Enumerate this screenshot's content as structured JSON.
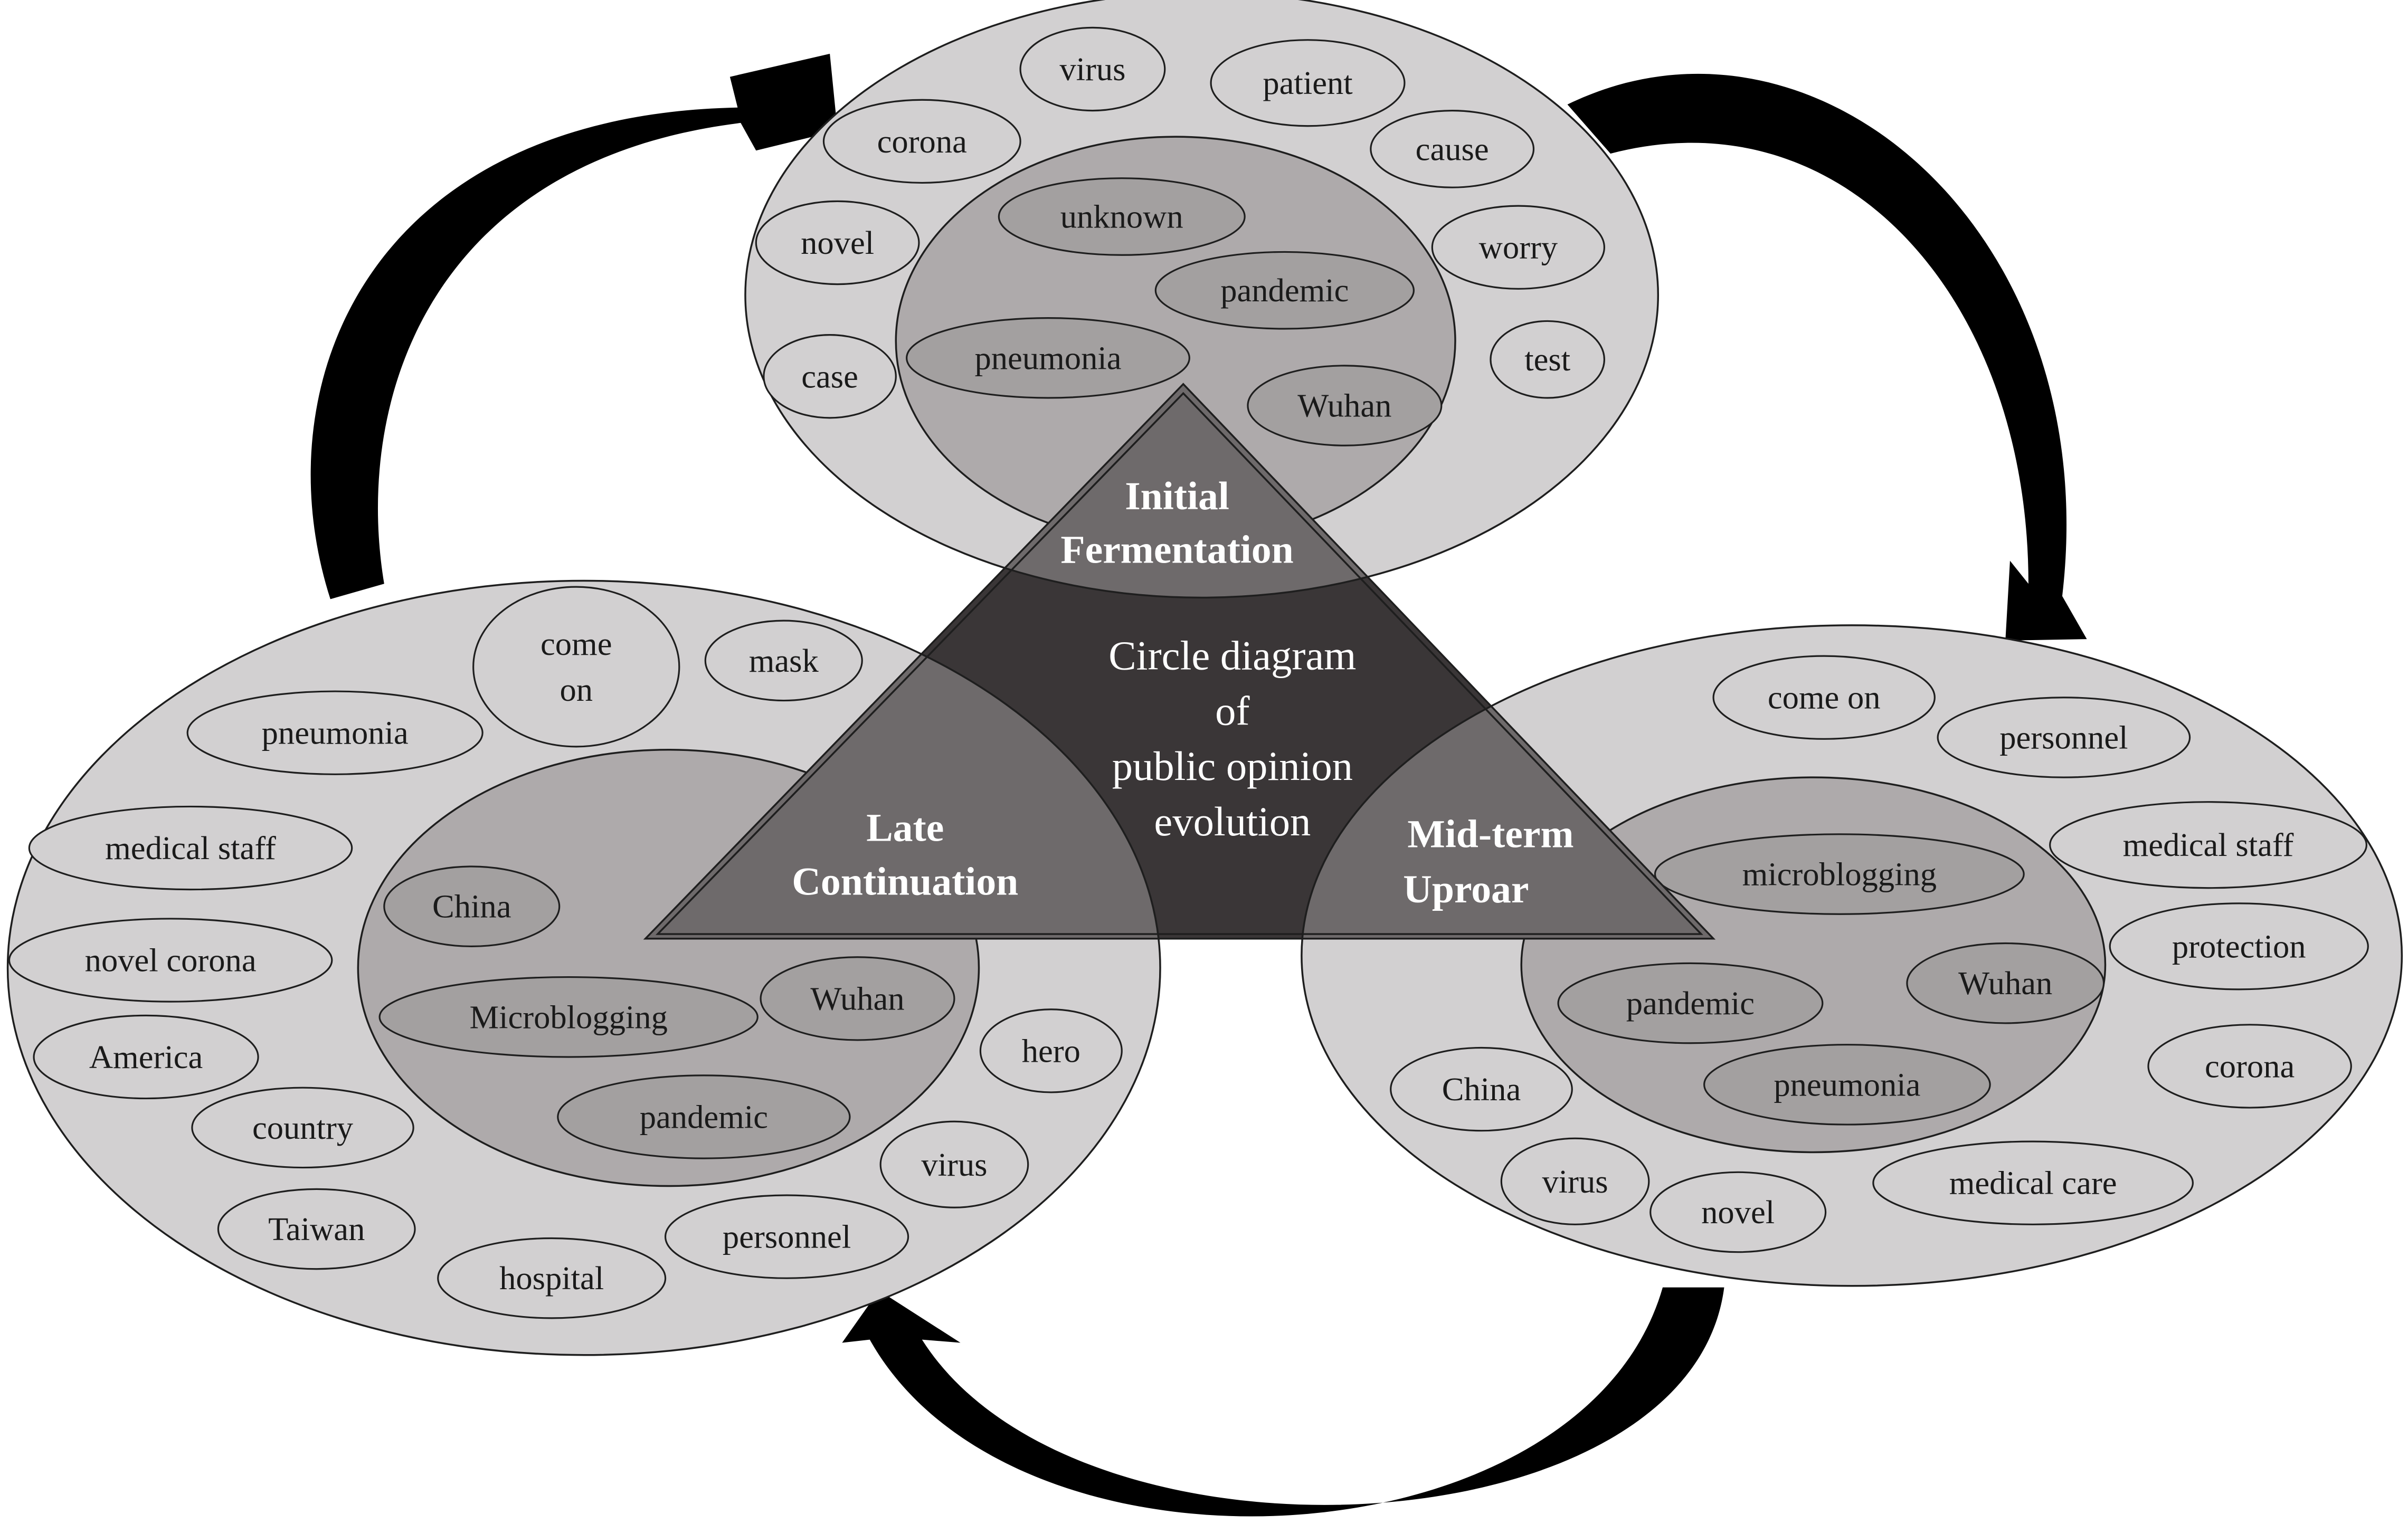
{
  "colors": {
    "outer_ellipse": "#d2d0d1",
    "inner_ellipse": "#aeaaab",
    "keyword_inner": "#a3a0a0",
    "triangle_dark": "#3a3637",
    "triangle_mid": "#6e6a6b",
    "stroke": "#1e1e1e",
    "arrow": "#000000"
  },
  "center": {
    "lines": [
      "Circle diagram",
      "of",
      "public opinion",
      "evolution"
    ]
  },
  "phases": {
    "initial": {
      "title_lines": [
        "Initial",
        "Fermentation"
      ],
      "outer_keywords": [
        "virus",
        "patient",
        "corona",
        "cause",
        "novel",
        "worry",
        "case",
        "test"
      ],
      "inner_keywords": [
        "unknown",
        "pandemic",
        "pneumonia",
        "Wuhan"
      ]
    },
    "midterm": {
      "title_lines": [
        "Mid-term",
        "Uproar"
      ],
      "outer_keywords": [
        "come on",
        "personnel",
        "medical staff",
        "protection",
        "corona",
        "China",
        "virus",
        "novel",
        "medical care"
      ],
      "inner_keywords": [
        "microblogging",
        "pandemic",
        "Wuhan",
        "pneumonia"
      ]
    },
    "late": {
      "title_lines": [
        "Late",
        "Continuation"
      ],
      "outer_keywords": [
        "come on",
        "mask",
        "pneumonia",
        "medical staff",
        "novel corona",
        "America",
        "country",
        "Taiwan",
        "hospital",
        "personnel",
        "virus",
        "hero"
      ],
      "inner_keywords": [
        "China",
        "Microblogging",
        "Wuhan",
        "pandemic"
      ]
    }
  },
  "arrows": [
    {
      "from": "late",
      "to": "initial"
    },
    {
      "from": "initial",
      "to": "midterm"
    },
    {
      "from": "midterm",
      "to": "late"
    }
  ]
}
